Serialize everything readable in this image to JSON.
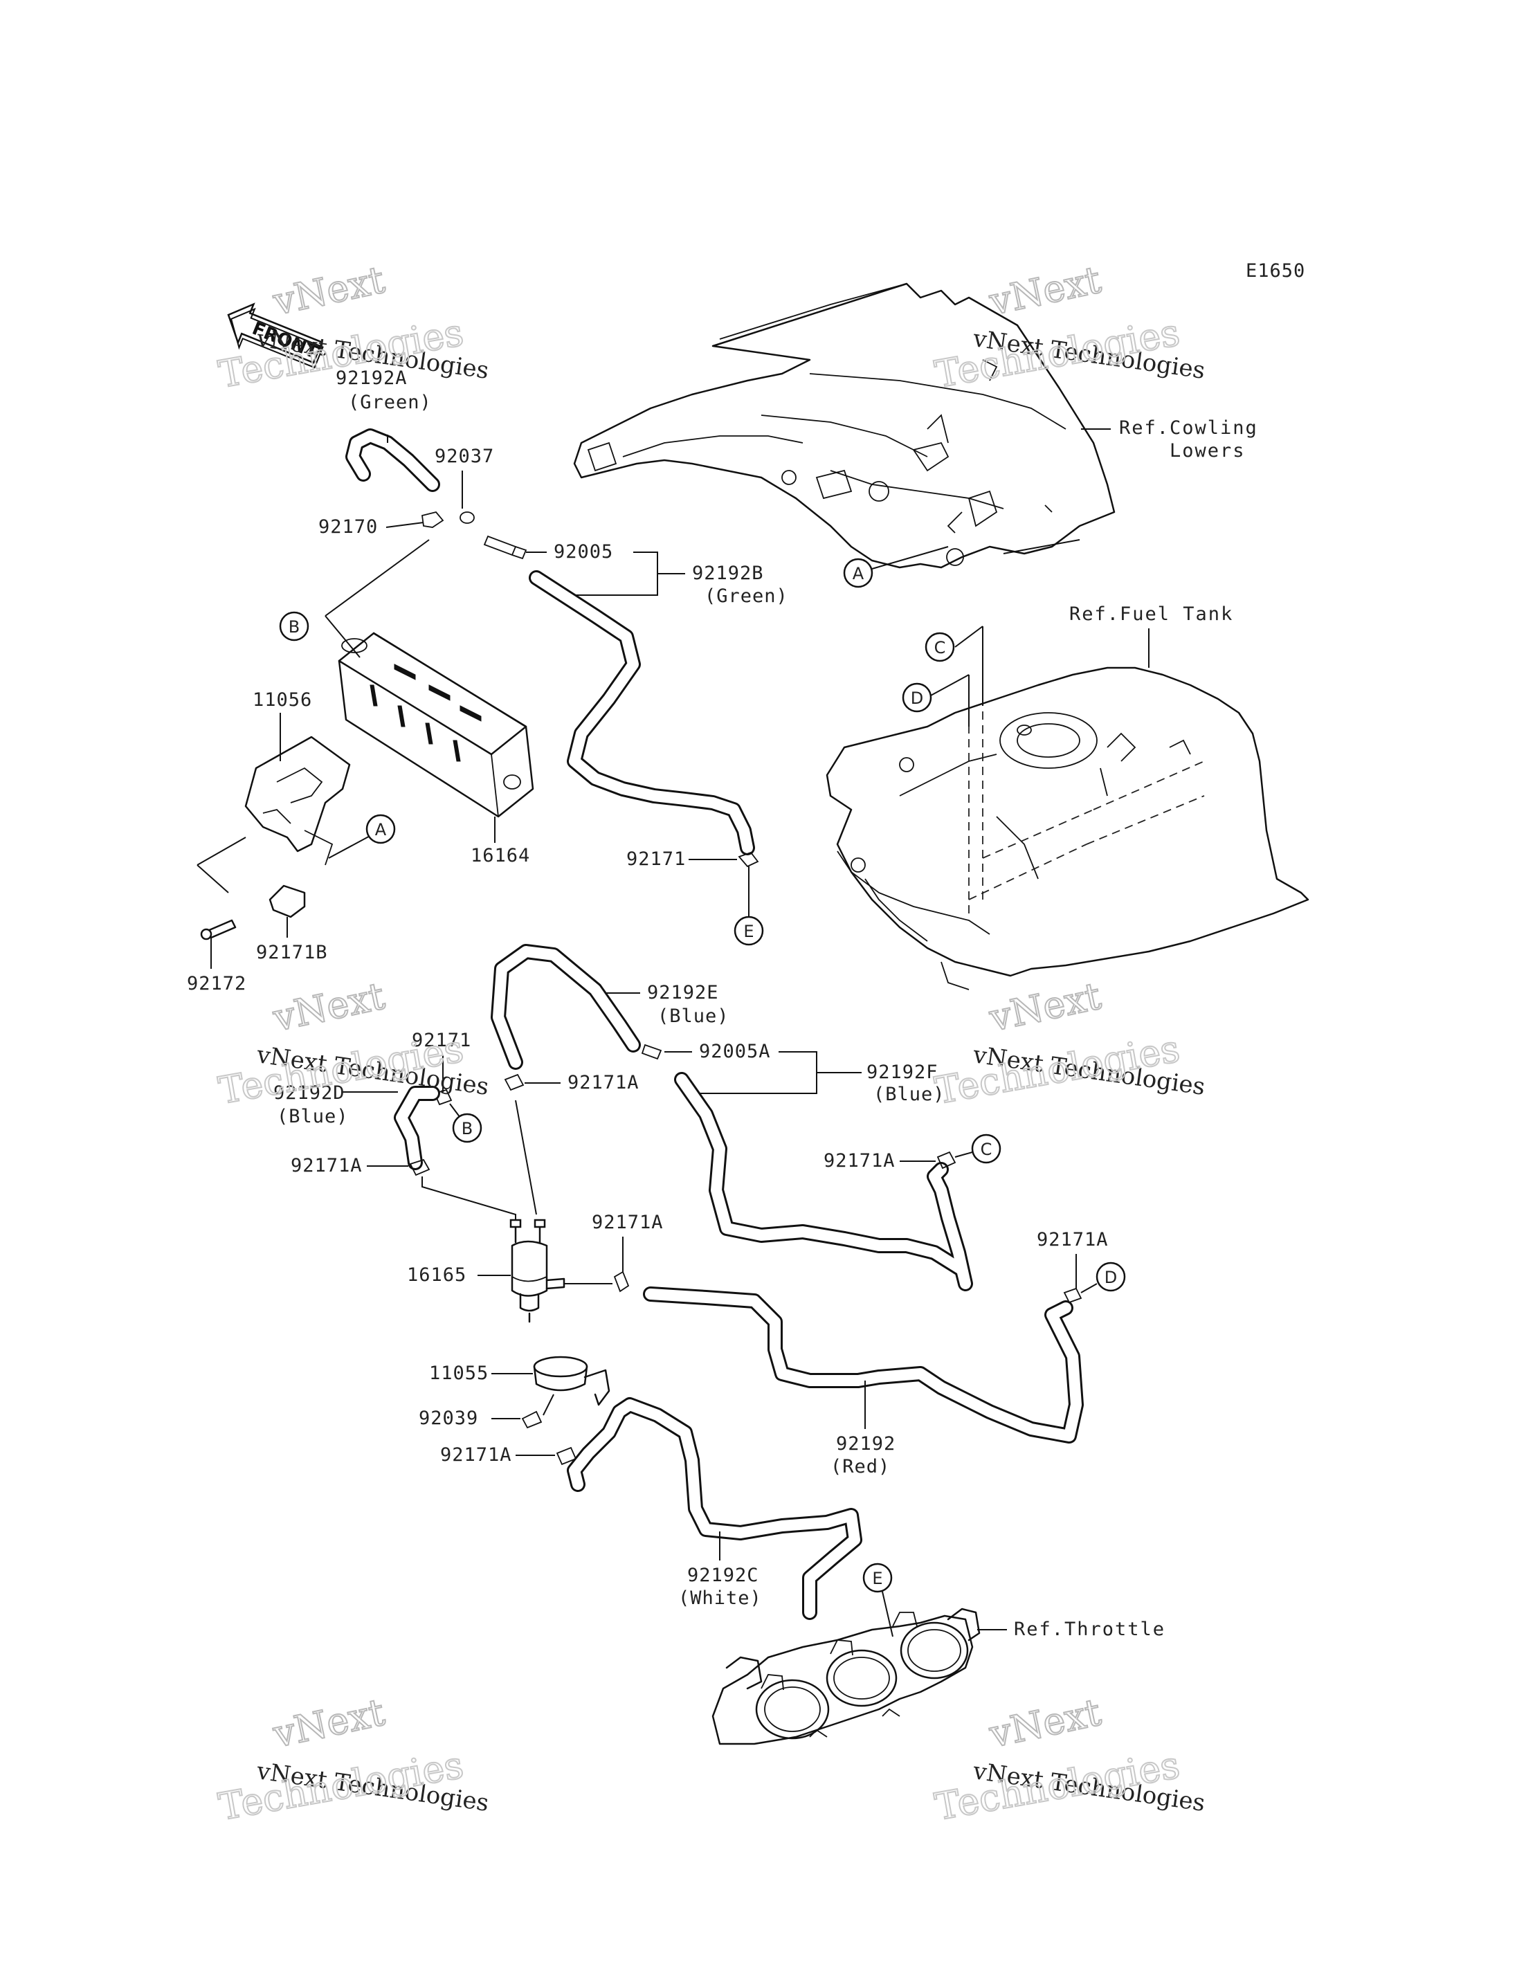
{
  "diagram_code": "E1650",
  "front_label": "FRONT",
  "watermark": {
    "line1": "vNext Technologies",
    "line2": "vNext",
    "line3": "Technologies"
  },
  "part_labels": {
    "p92192A": "92192A",
    "p92192A_color": "(Green)",
    "p92037": "92037",
    "p92170": "92170",
    "p92005": "92005",
    "p92192B": "92192B",
    "p92192B_color": "(Green)",
    "p11056": "11056",
    "p16164": "16164",
    "p92171_top": "92171",
    "p92171B": "92171B",
    "p92172": "92172",
    "p92192E": "92192E",
    "p92192E_color": "(Blue)",
    "p92005A": "92005A",
    "p92192F": "92192F",
    "p92192F_color": "(Blue)",
    "p92171_mid": "92171",
    "p92171A_1": "92171A",
    "p92192D": "92192D",
    "p92192D_color": "(Blue)",
    "p92171A_2": "92171A",
    "p92171A_3": "92171A",
    "p92171A_4": "92171A",
    "p92171A_5": "92171A",
    "p16165": "16165",
    "p11055": "11055",
    "p92039": "92039",
    "p92171A_6": "92171A",
    "p92192": "92192",
    "p92192_color": "(Red)",
    "p92192C": "92192C",
    "p92192C_color": "(White)"
  },
  "references": {
    "cowling_1": "Ref.Cowling",
    "cowling_2": "Lowers",
    "fuel_tank": "Ref.Fuel Tank",
    "throttle": "Ref.Throttle"
  },
  "connectors": {
    "A": "A",
    "B": "B",
    "C": "C",
    "D": "D",
    "E": "E"
  }
}
